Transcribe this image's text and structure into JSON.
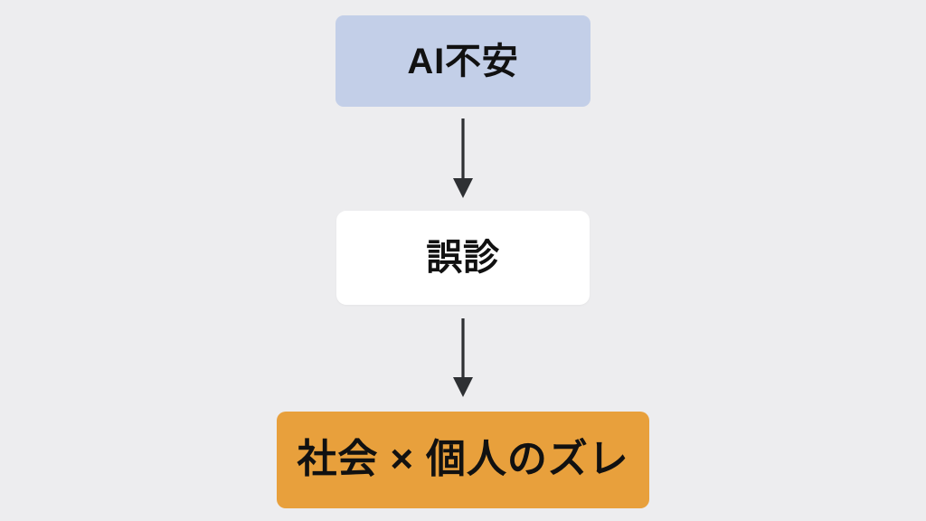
{
  "diagram": {
    "type": "flowchart",
    "orientation": "vertical-top-down",
    "background_color": "#ededef",
    "title": "",
    "nodes": [
      {
        "id": "anxiety",
        "label": "AI不安",
        "fill_color": "#c3cfe8",
        "text_color": "#111111",
        "shape": "rounded-rectangle",
        "order": 1
      },
      {
        "id": "misdiagnosis",
        "label": "誤診",
        "fill_color": "#ffffff",
        "text_color": "#111111",
        "shape": "rounded-rectangle",
        "order": 2
      },
      {
        "id": "gap",
        "label": "社会 × 個人のズレ",
        "fill_color": "#e8a03c",
        "text_color": "#111111",
        "shape": "rounded-rectangle",
        "order": 3
      }
    ],
    "edges": [
      {
        "id": "edge-anxiety-misdiagnosis",
        "from": "anxiety",
        "to": "misdiagnosis",
        "label": "",
        "style": "solid",
        "arrowhead": "filled-triangle",
        "color": "#2e3033"
      },
      {
        "id": "edge-misdiagnosis-gap",
        "from": "misdiagnosis",
        "to": "gap",
        "label": "",
        "style": "solid",
        "arrowhead": "filled-triangle",
        "color": "#2e3033"
      }
    ]
  }
}
